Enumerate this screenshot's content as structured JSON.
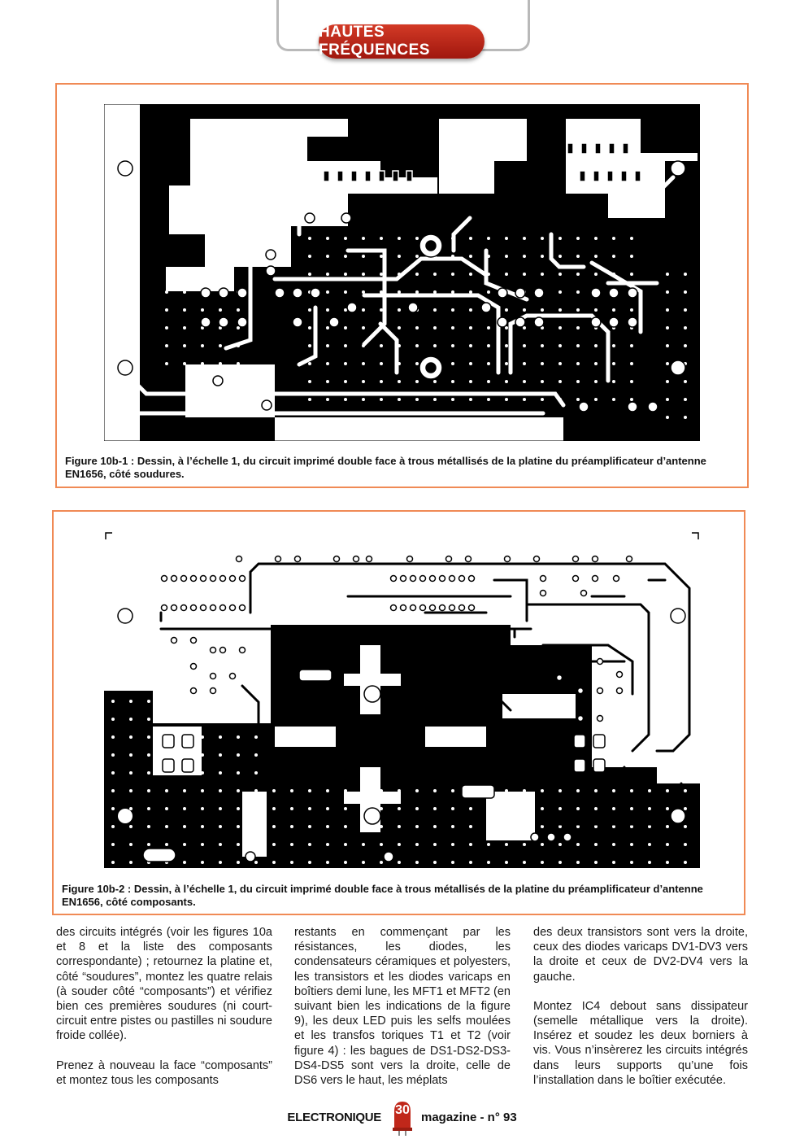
{
  "header": {
    "section_title": "HAUTES FRÉQUENCES"
  },
  "figures": [
    {
      "caption": "Figure 10b-1 : Dessin, à l’échelle 1, du circuit imprimé double face à trous métallisés de la platine du préamplificateur d’antenne EN1656, côté soudures."
    },
    {
      "caption": "Figure 10b-2 : Dessin, à l’échelle 1, du circuit imprimé double face à trous métallisés de la platine du préamplificateur d’antenne EN1656, côté composants."
    }
  ],
  "body": {
    "col1_p1": "des circuits intégrés (voir les figures 10a et 8 et la liste des composants correspondante) ; retournez la platine et, côté “soudures”, montez les quatre relais (à souder côté “composants”) et vérifiez bien ces premières soudures (ni court-circuit entre pistes ou pastilles ni soudure froide collée).",
    "col1_p2": "Prenez à nouveau la face “composants” et montez tous les composants",
    "col2_p1": "restants en commençant par les résistances, les diodes, les condensateurs céramiques et polyesters, les transistors et les diodes varicaps en boîtiers demi lune, les MFT1 et MFT2 (en suivant bien les indications de la figure 9), les deux LED puis les selfs moulées et les transfos toriques T1 et T2 (voir figure 4) : les bagues de DS1-DS2-DS3-DS4-DS5 sont vers la droite, celle de DS6 vers le haut, les méplats",
    "col3_p1": "des deux transistors sont vers la droite, ceux des diodes varicaps DV1-DV3 vers la droite et ceux de DV2-DV4 vers la gauche.",
    "col3_p2": "Montez IC4 debout sans dissipateur (semelle métallique vers la droite). Insérez et soudez les deux borniers à vis. Vous n’insèrerez les circuits intégrés dans leurs supports qu’une fois l’installation dans le boîtier exécutée."
  },
  "footer": {
    "magazine": "ELECTRONIQUE",
    "page_number": "30",
    "issue": "magazine - n° 93"
  },
  "colors": {
    "accent_red": "#c0271a",
    "frame_orange": "#f08a55",
    "copper": "#000000"
  }
}
